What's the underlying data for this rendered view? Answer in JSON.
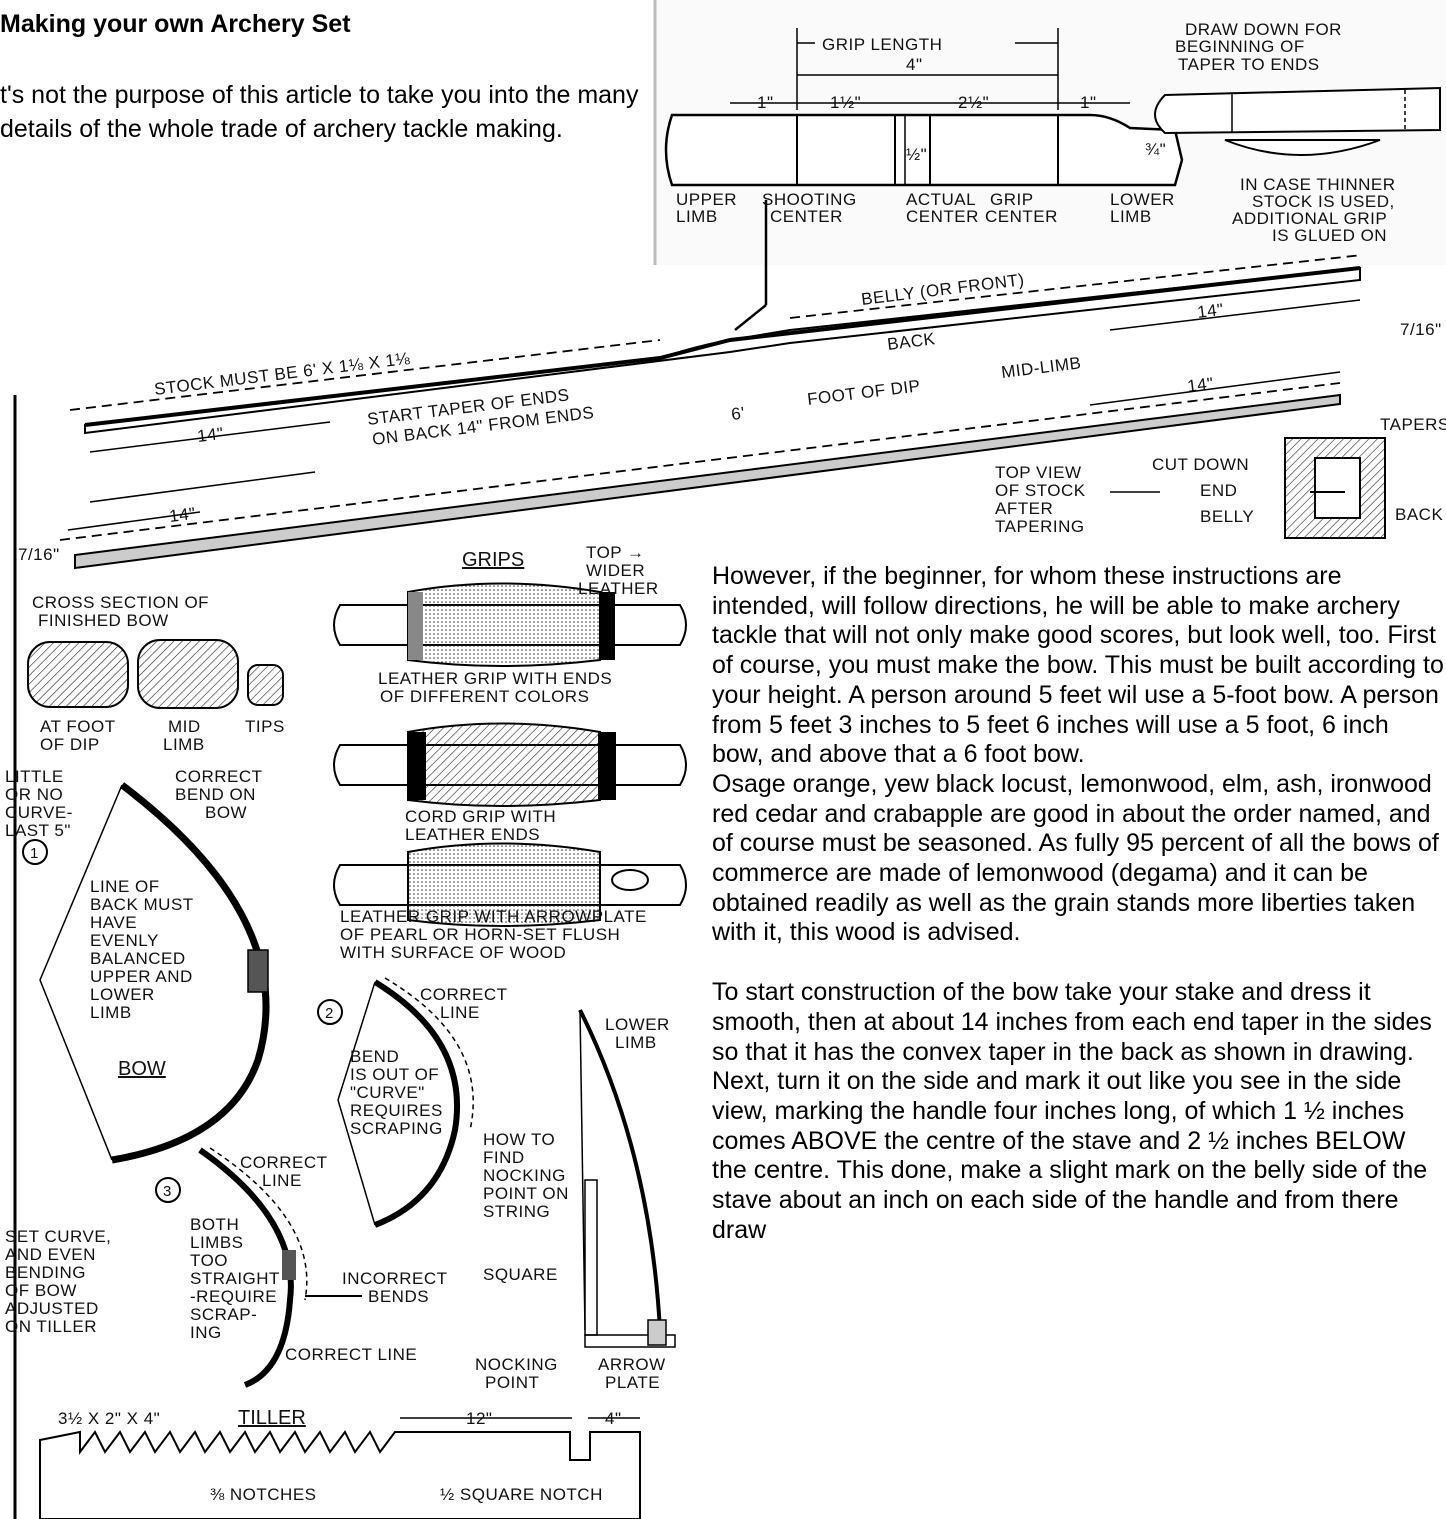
{
  "article": {
    "title": "Making your own Archery Set",
    "intro": "t's not the purpose of this article to take you into the many details of the whole trade of archery tackle making.",
    "paragraphs": [
      " However, if the beginner, for whom these instructions are intended, will follow directions, he will be able to make archery tackle that will not only make good scores, but look well, too.  First of course, you must make the bow.  This must be built according to your height.  A person around 5 feet wil use a 5-foot bow.  A person from 5 feet 3 inches to 5 feet 6 inches will use a 5 foot, 6 inch bow, and above that a 6 foot bow.",
      "Osage orange, yew black locust, lemonwood, elm, ash, ironwood red cedar and crabapple are good in about the order named, and of course must be seasoned.  As fully 95 percent of all the bows of commerce are made of lemonwood (degama) and it can be obtained readily as well as the grain stands more liberties taken with it, this wood is advised.",
      "To start construction of the bow take your stake and dress it smooth, then at about 14 inches from each end taper in the sides so that it has the convex taper in the back as shown in drawing.  Next, turn it on the side and mark it out like you see in the side view, marking the handle four inches long, of which 1 ½ inches comes ABOVE the centre of the stave and 2 ½ inches BELOW the centre.  This done, make a slight mark on the belly side of the stave about an inch on each side of the handle and from there draw"
    ]
  },
  "diagram": {
    "grip_top": {
      "grip_length": "GRIP LENGTH",
      "grip_length_val": "4\"",
      "dims": [
        "1\"",
        "1½\"",
        "2½\"",
        "1\""
      ],
      "half": "½\"",
      "three_quarter": "¾\"",
      "labels": [
        "UPPER",
        "LIMB",
        "SHOOTING",
        "CENTER",
        "ACTUAL",
        "CENTER",
        "GRIP",
        "CENTER",
        "LOWER",
        "LIMB"
      ],
      "draw_down": [
        "DRAW DOWN FOR",
        "BEGINNING OF",
        "TAPER TO ENDS"
      ],
      "thinner": [
        "IN CASE THINNER",
        "STOCK IS USED,",
        "ADDITIONAL GRIP",
        "IS GLUED ON"
      ]
    },
    "stock": {
      "belly": "BELLY (OR FRONT)",
      "back": "BACK",
      "foot_of_dip": "FOOT OF DIP",
      "mid_limb": "MID-LIMB",
      "stock_must": "STOCK MUST BE 6' X 1⅛ X 1⅛",
      "start_taper": [
        "START TAPER OF ENDS",
        "ON BACK 14\" FROM ENDS"
      ],
      "six": "6'",
      "fourteen": "14\"",
      "seven_sixteenth": "7/16\"",
      "top_view": [
        "TOP VIEW",
        "OF STOCK",
        "AFTER",
        "TAPERING"
      ],
      "cut_down": [
        "CUT DOWN",
        "END",
        "BELLY"
      ],
      "tapers": "TAPERS",
      "back_lbl": "BACK"
    },
    "cross_section": {
      "title": [
        "CROSS SECTION OF",
        "FINISHED BOW"
      ],
      "at_foot": [
        "AT FOOT",
        "OF DIP"
      ],
      "mid": [
        "MID",
        "LIMB"
      ],
      "tips": "TIPS"
    },
    "grips": {
      "title": "GRIPS",
      "top": [
        "TOP →",
        "WIDER",
        "LEATHER"
      ],
      "g1": [
        "LEATHER GRIP WITH ENDS",
        "OF DIFFERENT COLORS"
      ],
      "g2": [
        "CORD GRIP WITH",
        "LEATHER ENDS"
      ],
      "g3": [
        "LEATHER GRIP WITH ARROWPLATE",
        "OF PEARL OR HORN-SET FLUSH",
        "WITH SURFACE OF WOOD"
      ]
    },
    "bow": {
      "num1": "1",
      "num2": "2",
      "num3": "3",
      "little": [
        "LITTLE",
        "OR NO",
        "CURVE-",
        "LAST 5\""
      ],
      "correct_bend": [
        "CORRECT",
        "BEND ON",
        "BOW"
      ],
      "line_of_back": [
        "LINE OF",
        "BACK MUST",
        "HAVE",
        "EVENLY",
        "BALANCED",
        "UPPER AND",
        "LOWER",
        "LIMB"
      ],
      "bow_title": "BOW",
      "correct_line": [
        "CORRECT",
        "LINE"
      ],
      "bend_out": [
        "BEND",
        "IS OUT OF",
        "\"CURVE\"",
        "REQUIRES",
        "SCRAPING"
      ],
      "both_limbs": [
        "BOTH",
        "LIMBS",
        "TOO",
        "STRAIGHT",
        "-REQUIRE",
        "SCRAP-",
        "ING"
      ],
      "incorrect": [
        "INCORRECT",
        "BENDS"
      ],
      "correct_line2": "CORRECT LINE",
      "set_curve": [
        "SET CURVE,",
        "AND EVEN",
        "BENDING",
        "OF BOW",
        "ADJUSTED",
        "ON TILLER"
      ],
      "lower_limb": [
        "LOWER",
        "LIMB"
      ],
      "how_to": [
        "HOW TO",
        "FIND",
        "NOCKING",
        "POINT ON",
        "STRING"
      ],
      "square": "SQUARE",
      "nocking": [
        "NOCKING",
        "POINT"
      ],
      "arrow_plate": [
        "ARROW",
        "PLATE"
      ]
    },
    "tiller": {
      "title": "TILLER",
      "size": "3½ X 2\" X 4\"",
      "twelve": "12\"",
      "four": "4\"",
      "notches": "⅜ NOTCHES",
      "square_notch": "½ SQUARE NOTCH"
    }
  }
}
